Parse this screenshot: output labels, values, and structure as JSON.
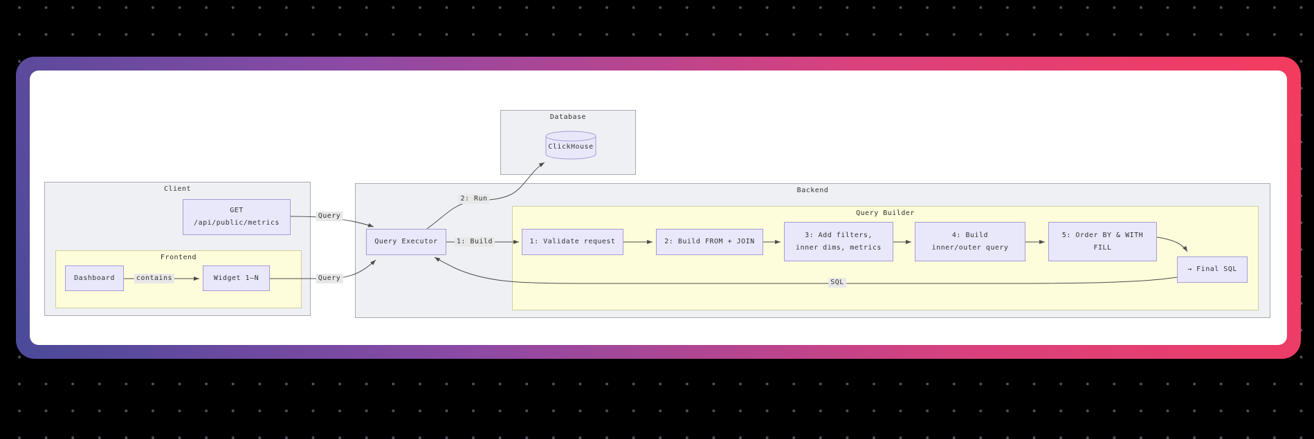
{
  "canvas": {
    "background": "#000000",
    "dot_color": "#50505a"
  },
  "card": {
    "gradient_from": "#4a4a99",
    "gradient_mid": "#8c4aa5",
    "gradient_to": "#f43b5f",
    "background": "#ffffff"
  },
  "diagram": {
    "clusters": {
      "database": {
        "label": "Database"
      },
      "client": {
        "label": "Client"
      },
      "frontend": {
        "label": "Frontend"
      },
      "backend": {
        "label": "Backend"
      },
      "query_builder": {
        "label": "Query Builder"
      }
    },
    "nodes": {
      "clickhouse": {
        "label": "ClickHouse"
      },
      "get_endpoint": {
        "line1": "GET",
        "line2": "/api/public/metrics"
      },
      "dashboard": {
        "label": "Dashboard"
      },
      "widget": {
        "label": "Widget 1–N"
      },
      "query_executor": {
        "label": "Query Executor"
      },
      "step1": {
        "label": "1: Validate request"
      },
      "step2": {
        "label": "2: Build FROM + JOIN"
      },
      "step3": {
        "line1": "3: Add filters,",
        "line2": "inner dims, metrics"
      },
      "step4": {
        "line1": "4: Build",
        "line2": "inner/outer query"
      },
      "step5": {
        "line1": "5: Order BY & WITH",
        "line2": "FILL"
      },
      "final_sql": {
        "label": "→ Final SQL"
      }
    },
    "edge_labels": {
      "query_top": "Query",
      "query_bottom": "Query",
      "contains": "contains",
      "run": "2: Run",
      "build": "1: Build",
      "sql": "SQL"
    },
    "colors": {
      "node_fill": "#e9e8fb",
      "node_border": "#a79bd5",
      "cluster_fill": "#eef0f3",
      "cluster_border": "#a9a9b5",
      "yellow_cluster_fill": "#fdfcdb",
      "yellow_cluster_border": "#cfcfa0",
      "edge": "#4d4d4d",
      "edge_label_bg": "#e8e8e8",
      "text": "#333333"
    }
  }
}
